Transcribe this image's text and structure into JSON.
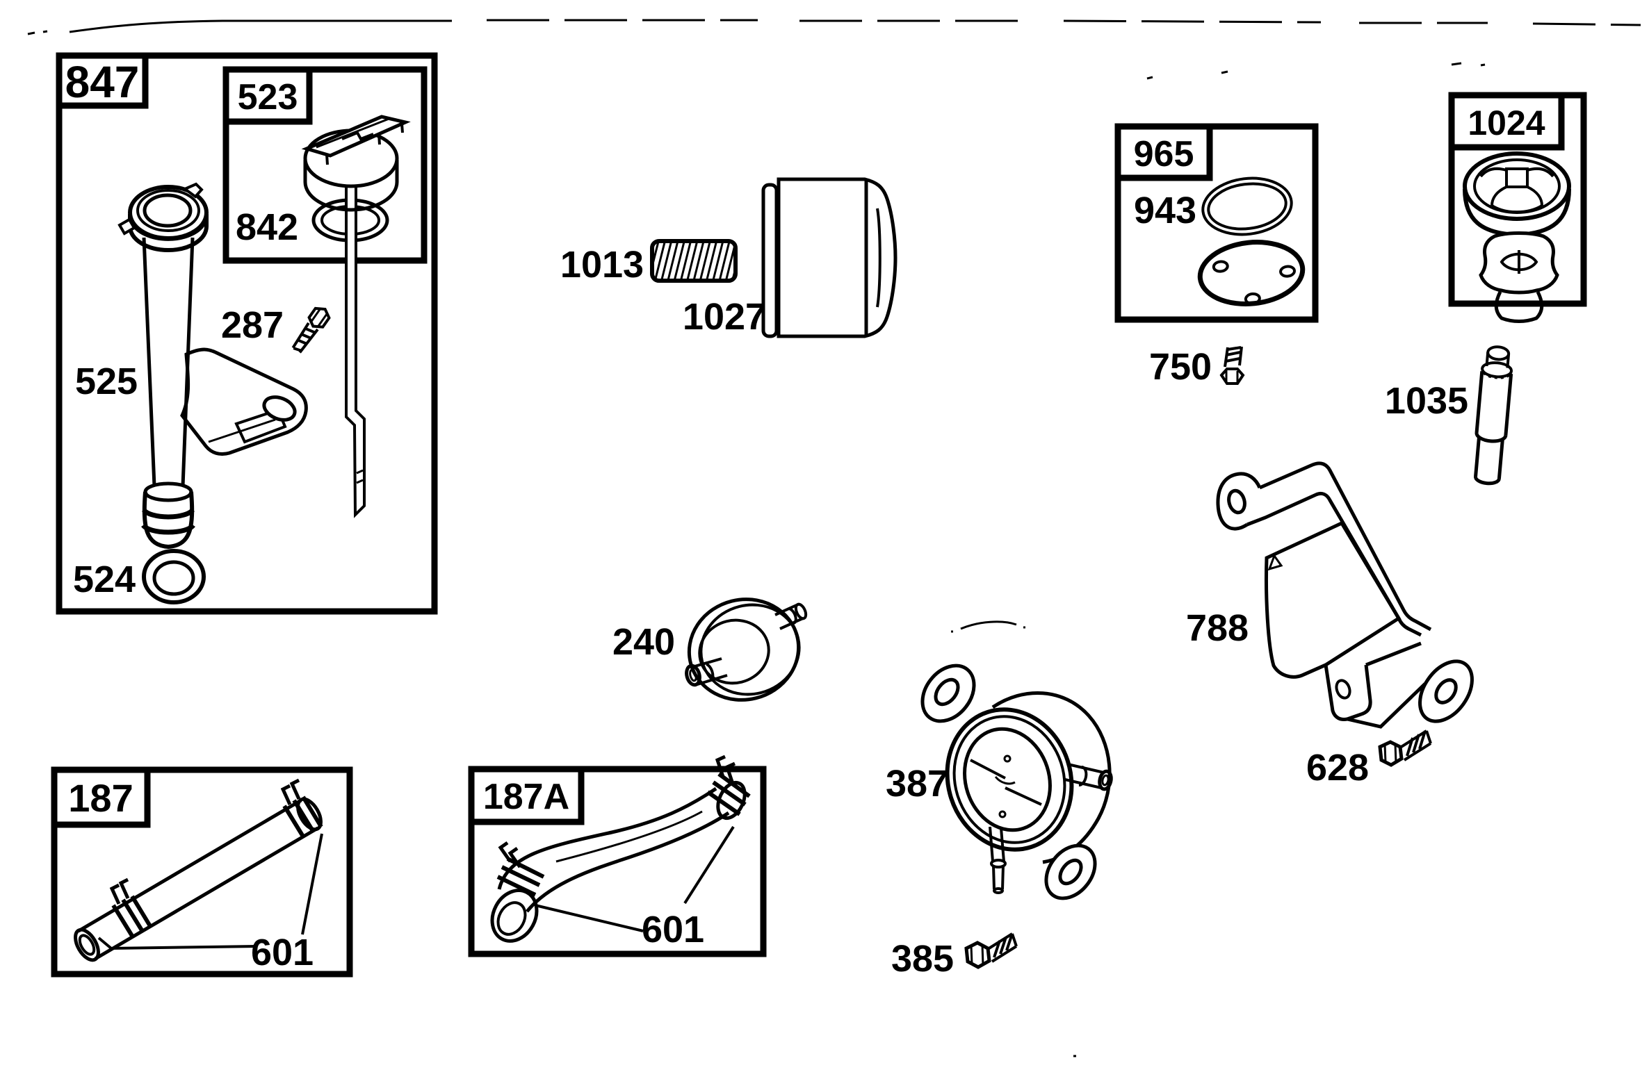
{
  "colors": {
    "ink": "#000000",
    "paper": "#ffffff"
  },
  "diagram": {
    "type": "exploded-parts-diagram",
    "labels": {
      "box847": "847",
      "box523": "523",
      "oring842": "842",
      "tube525": "525",
      "screw287": "287",
      "washer524": "524",
      "breather1013": "1013",
      "filter1027": "1027",
      "box965": "965",
      "gasket943": "943",
      "box1024": "1024",
      "screw750": "750",
      "plunger1035": "1035",
      "bracket788": "788",
      "bolt628": "628",
      "fuelfilter240": "240",
      "fuelpump387": "387",
      "bolt385": "385",
      "box187": "187",
      "hose601": "601",
      "box187a": "187A",
      "hose601a": "601"
    }
  }
}
